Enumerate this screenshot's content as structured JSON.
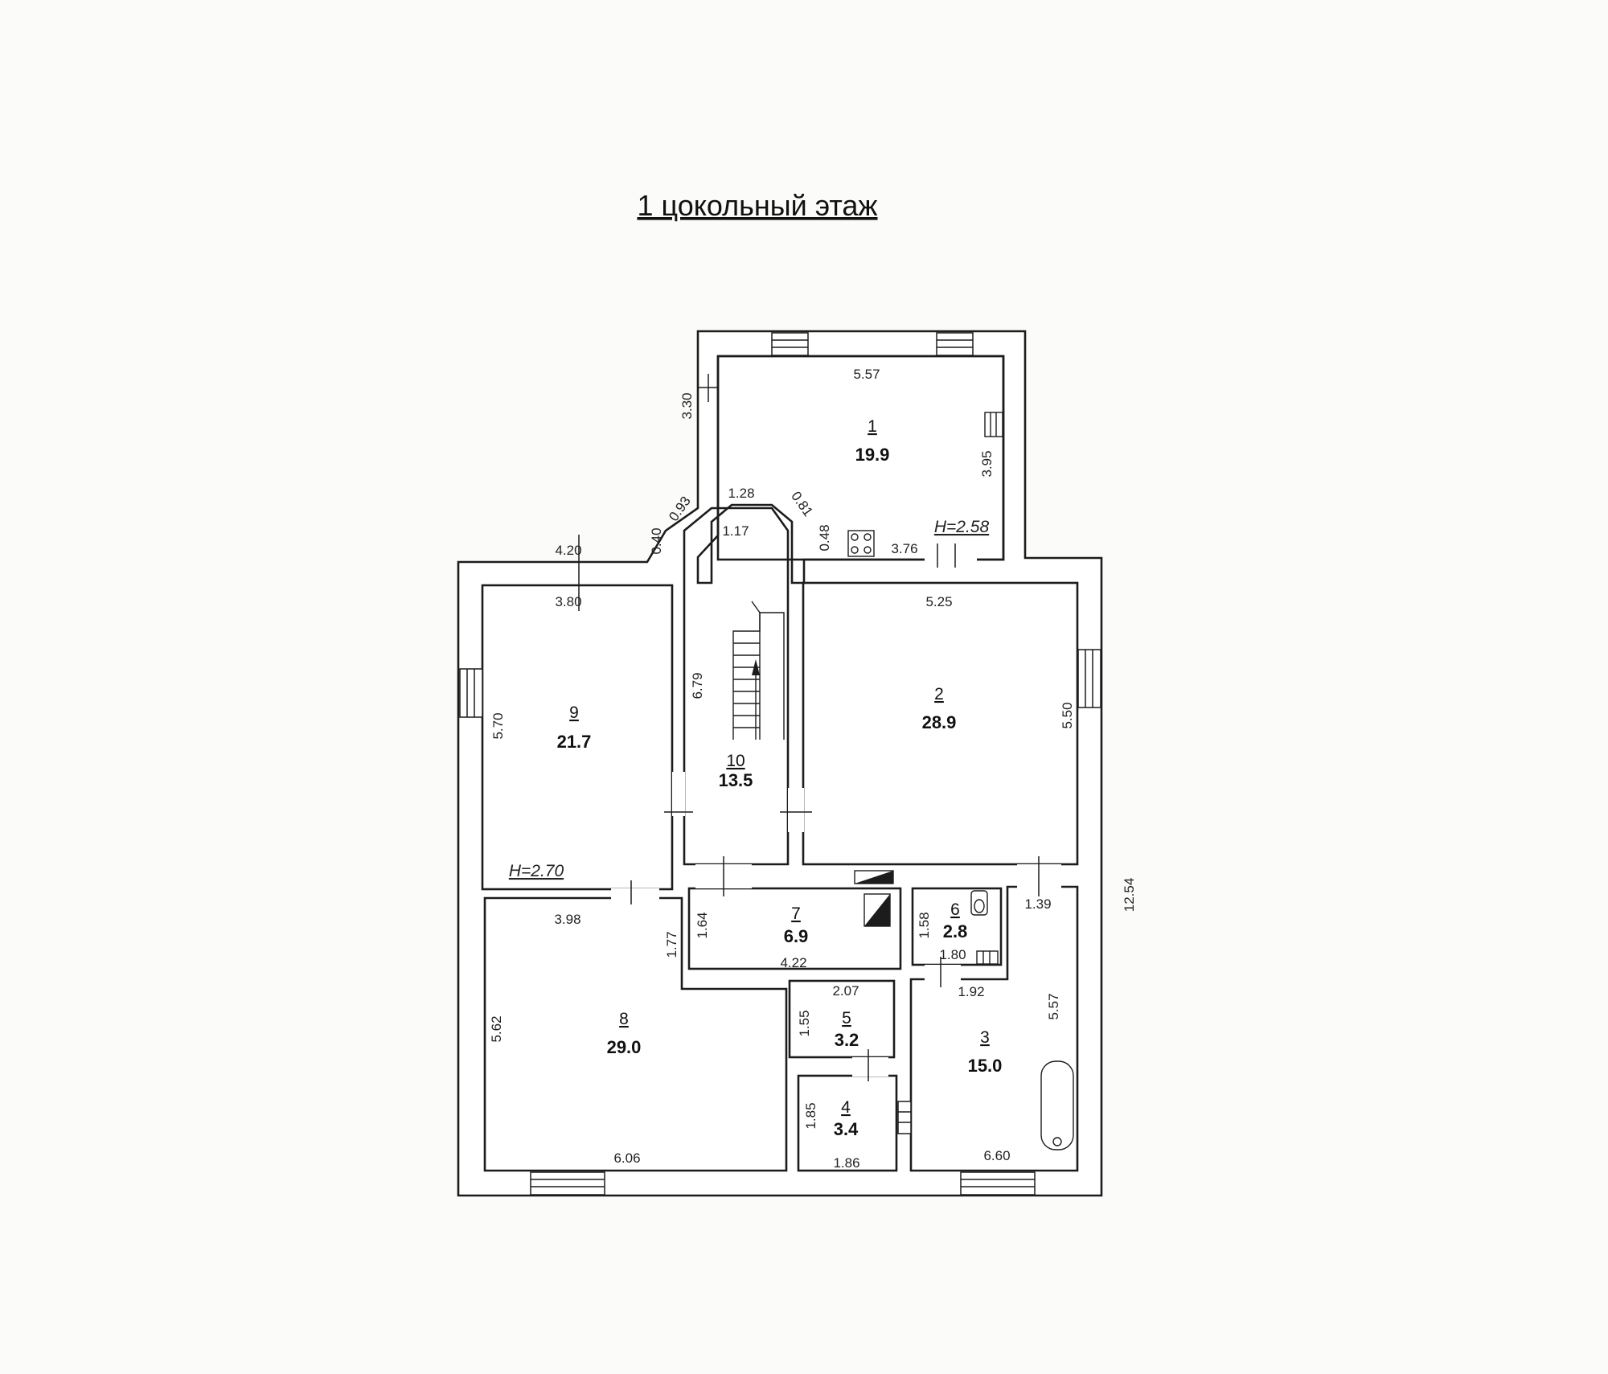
{
  "title": "1 цокольный этаж",
  "rooms": [
    {
      "num": "1",
      "area": "19.9"
    },
    {
      "num": "2",
      "area": "28.9"
    },
    {
      "num": "3",
      "area": "15.0"
    },
    {
      "num": "4",
      "area": "3.4"
    },
    {
      "num": "5",
      "area": "3.2"
    },
    {
      "num": "6",
      "area": "2.8"
    },
    {
      "num": "7",
      "area": "6.9"
    },
    {
      "num": "8",
      "area": "29.0"
    },
    {
      "num": "9",
      "area": "21.7"
    },
    {
      "num": "10",
      "area": "13.5"
    }
  ],
  "heights": {
    "top": "H=2.58",
    "left": "H=2.70"
  },
  "dims": {
    "r1_top": "5.57",
    "r1_left": "3.30",
    "r1_right": "3.95",
    "hall_top_out": "1.28",
    "hall_top_in": "1.17",
    "chamfer_left": "0.93",
    "chamfer_left_small": "0.40",
    "chamfer_right": "0.81",
    "chamfer_right_small": "0.48",
    "r1_bottom": "3.76",
    "r9_top_out": "4.20",
    "r9_top_in": "3.80",
    "r9_left": "5.70",
    "r10_height": "6.79",
    "r2_top": "5.25",
    "r2_right": "5.50",
    "r8_top": "3.98",
    "r8_right": "1.77",
    "r8_left": "5.62",
    "r8_bottom": "6.06",
    "r7_left": "1.64",
    "r7_bottom": "4.22",
    "r6_left": "1.58",
    "r6_bottom": "1.80",
    "r6_right": "1.39",
    "r5_top": "2.07",
    "r5_left": "1.55",
    "r3_top": "1.92",
    "r3_right": "5.57",
    "r3_bottom": "6.60",
    "r4_left": "1.85",
    "r4_bottom": "1.86",
    "overall_height": "12.54"
  },
  "icons": [
    "stair-icon",
    "radiator-icon",
    "boiler-icon",
    "toilet-icon",
    "sink-icon",
    "bathtub-icon",
    "stove-icon"
  ]
}
